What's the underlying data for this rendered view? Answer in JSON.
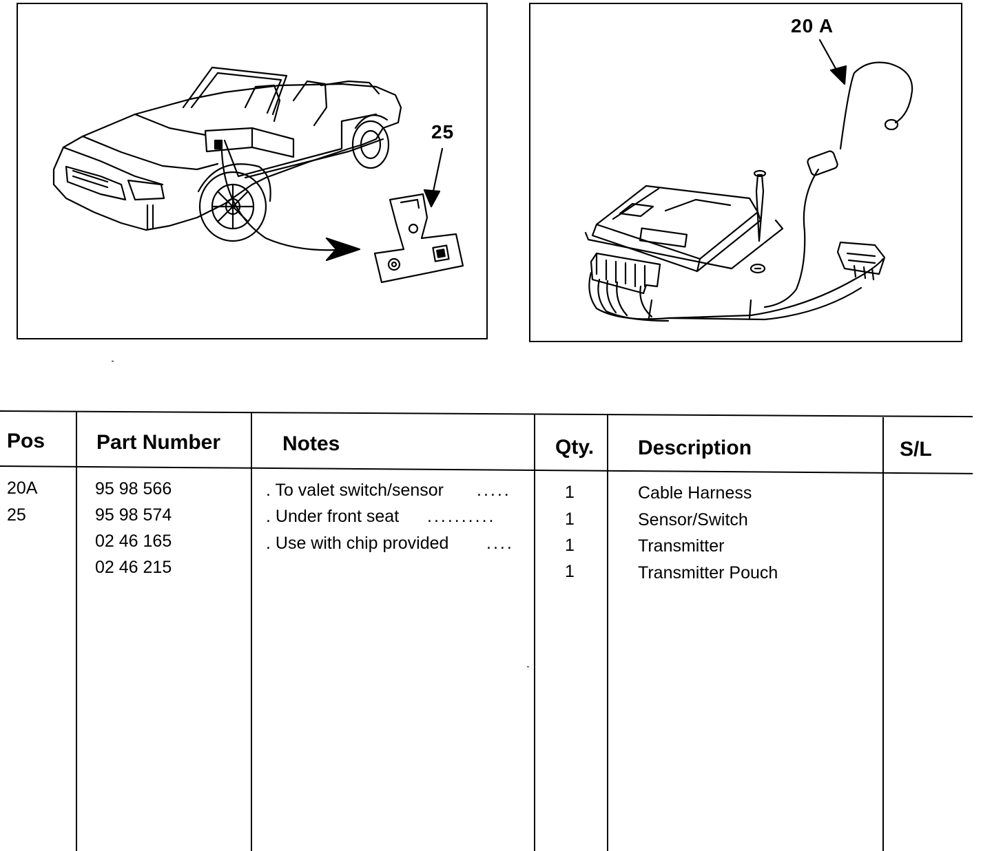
{
  "figures": {
    "left": {
      "callout": "25"
    },
    "right": {
      "callout": "20 A"
    }
  },
  "table": {
    "headers": {
      "pos": "Pos",
      "part_number": "Part Number",
      "notes": "Notes",
      "qty": "Qty.",
      "description": "Description",
      "sl": "S/L"
    },
    "rows": [
      {
        "pos": "20A",
        "part_number": "95 98 566",
        "notes": ". To valet switch/sensor",
        "notes_leader": ".....",
        "qty": "1",
        "description": "Cable Harness",
        "sl": ""
      },
      {
        "pos": "25",
        "part_number": "95 98 574",
        "notes": ". Under front seat",
        "notes_leader": "..........",
        "qty": "1",
        "description": "Sensor/Switch",
        "sl": ""
      },
      {
        "pos": "",
        "part_number": "02 46 165",
        "notes": ". Use with chip provided",
        "notes_leader": "....",
        "qty": "1",
        "description": "Transmitter",
        "sl": ""
      },
      {
        "pos": "",
        "part_number": "02 46 215",
        "notes": "",
        "notes_leader": "",
        "qty": "1",
        "description": "Transmitter Pouch",
        "sl": ""
      }
    ]
  }
}
